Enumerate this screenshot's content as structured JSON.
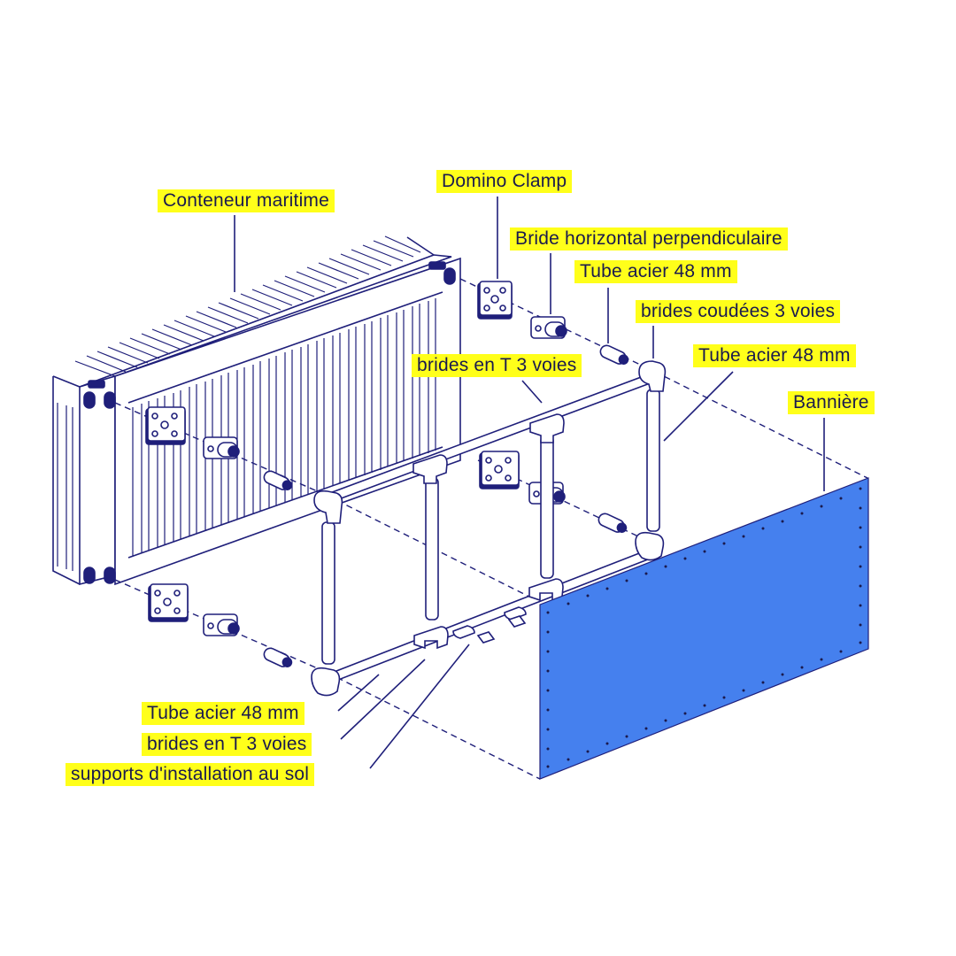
{
  "diagram": {
    "type": "exploded-assembly",
    "colors": {
      "line": "#1f1f7a",
      "label_bg": "#ffff1a",
      "label_text": "#1a1a4e",
      "banner": "#4580ee",
      "background": "#ffffff"
    },
    "labels": [
      {
        "id": "conteneur",
        "text": "Conteneur maritime"
      },
      {
        "id": "domino",
        "text": "Domino Clamp"
      },
      {
        "id": "bride-horiz",
        "text": "Bride horizontal perpendiculaire"
      },
      {
        "id": "tube-top",
        "text": "Tube acier 48 mm"
      },
      {
        "id": "brides-coudees",
        "text": "brides coudées 3 voies"
      },
      {
        "id": "brides-t-top",
        "text": "brides en T 3 voies"
      },
      {
        "id": "tube-right",
        "text": "Tube acier 48 mm"
      },
      {
        "id": "banniere",
        "text": "Bannière"
      },
      {
        "id": "tube-bottom",
        "text": "Tube acier 48 mm"
      },
      {
        "id": "brides-t-bottom",
        "text": "brides en T 3 voies"
      },
      {
        "id": "supports-sol",
        "text": "supports d'installation au sol"
      }
    ]
  }
}
